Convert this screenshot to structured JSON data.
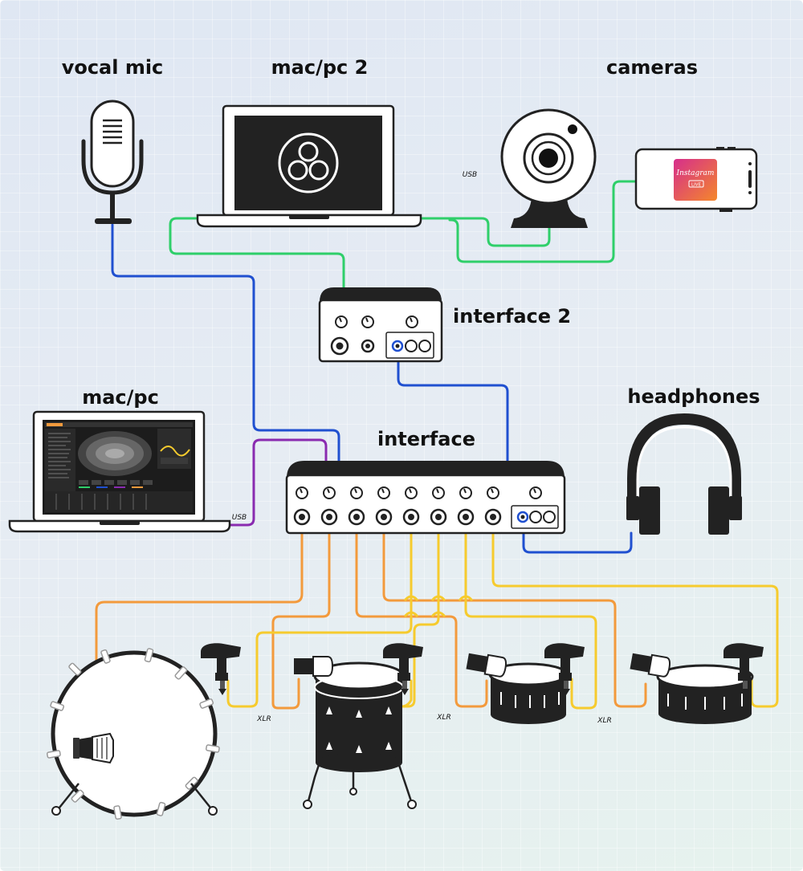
{
  "labels": {
    "vocal_mic": "vocal mic",
    "mac_pc_2": "mac/pc 2",
    "cameras": "cameras",
    "interface_2": "interface 2",
    "mac_pc": "mac/pc",
    "interface": "interface",
    "headphones": "headphones"
  },
  "cable_tags": {
    "usb_top": "USB",
    "usb_bottom": "USB",
    "xlr_1": "XLR",
    "xlr_2": "XLR",
    "xlr_3": "XLR"
  },
  "phone_screen": {
    "app": "Instagram",
    "badge": "LIVE"
  },
  "colors": {
    "usb_green": "#2fcf6a",
    "audio_blue": "#2050d0",
    "usb_purple": "#8a2bb0",
    "xlr_orange": "#f39a3c",
    "xlr_yellow": "#f6cb2e",
    "device_dark": "#222222"
  }
}
